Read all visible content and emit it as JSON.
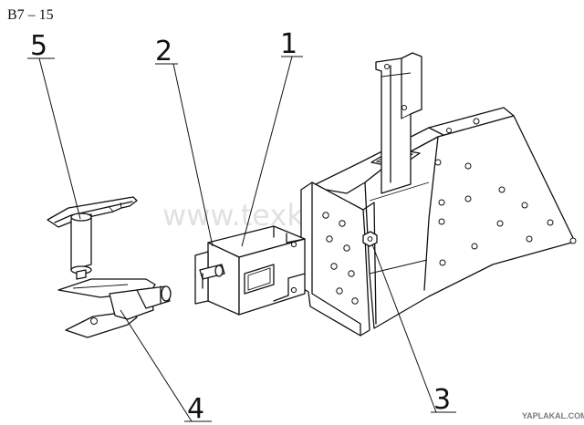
{
  "figure_code": "B7 – 15",
  "watermark": "www.texkom.ru",
  "site_mark": "YAPLAKAL.COM",
  "callouts": [
    {
      "id": "c1",
      "number": "1"
    },
    {
      "id": "c2",
      "number": "2"
    },
    {
      "id": "c3",
      "number": "3"
    },
    {
      "id": "c4",
      "number": "4"
    },
    {
      "id": "c5",
      "number": "5"
    }
  ]
}
